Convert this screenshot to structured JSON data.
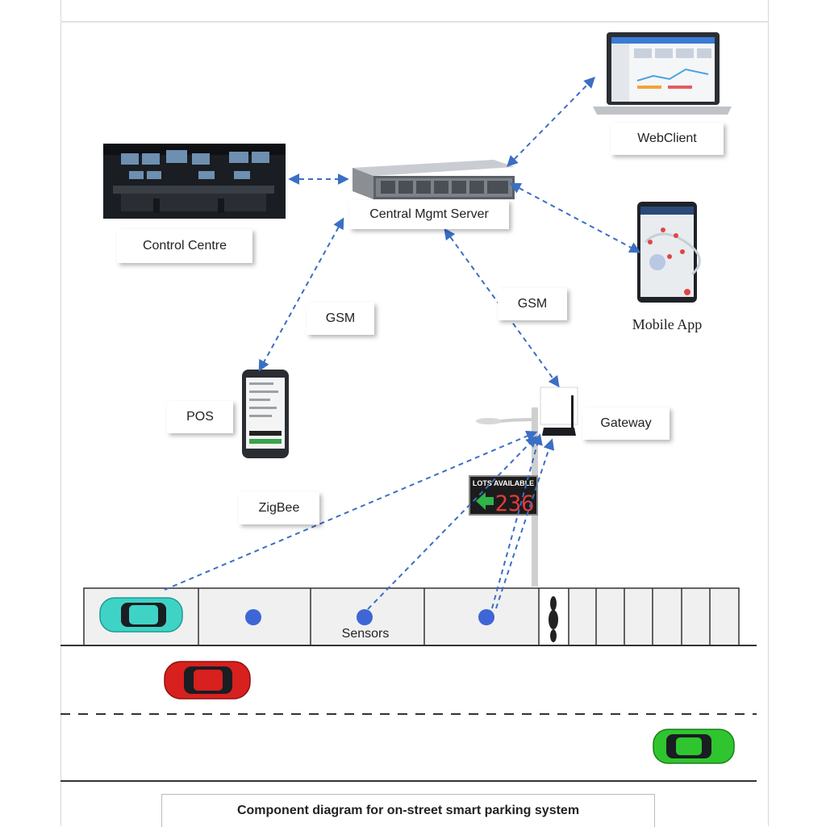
{
  "labels": {
    "webclient": "WebClient",
    "central_server": "Central Mgmt Server",
    "control_centre": "Control Centre",
    "mobile_app": "Mobile App",
    "gsm_left": "GSM",
    "gsm_right": "GSM",
    "pos": "POS",
    "gateway": "Gateway",
    "zigbee": "ZigBee",
    "sensors": "Sensors"
  },
  "sign": {
    "header": "LOTS AVAILABLE",
    "count": "236"
  },
  "caption": "Component diagram for on-street smart parking system",
  "colors": {
    "link": "#3b6fc4",
    "sensor": "#3f66d6",
    "parked_car": "#3fd3c6",
    "red_car": "#d8201e",
    "green_car": "#2fc52f",
    "sign_digits": "#e23b3b",
    "sign_arrow": "#2fb34a"
  }
}
